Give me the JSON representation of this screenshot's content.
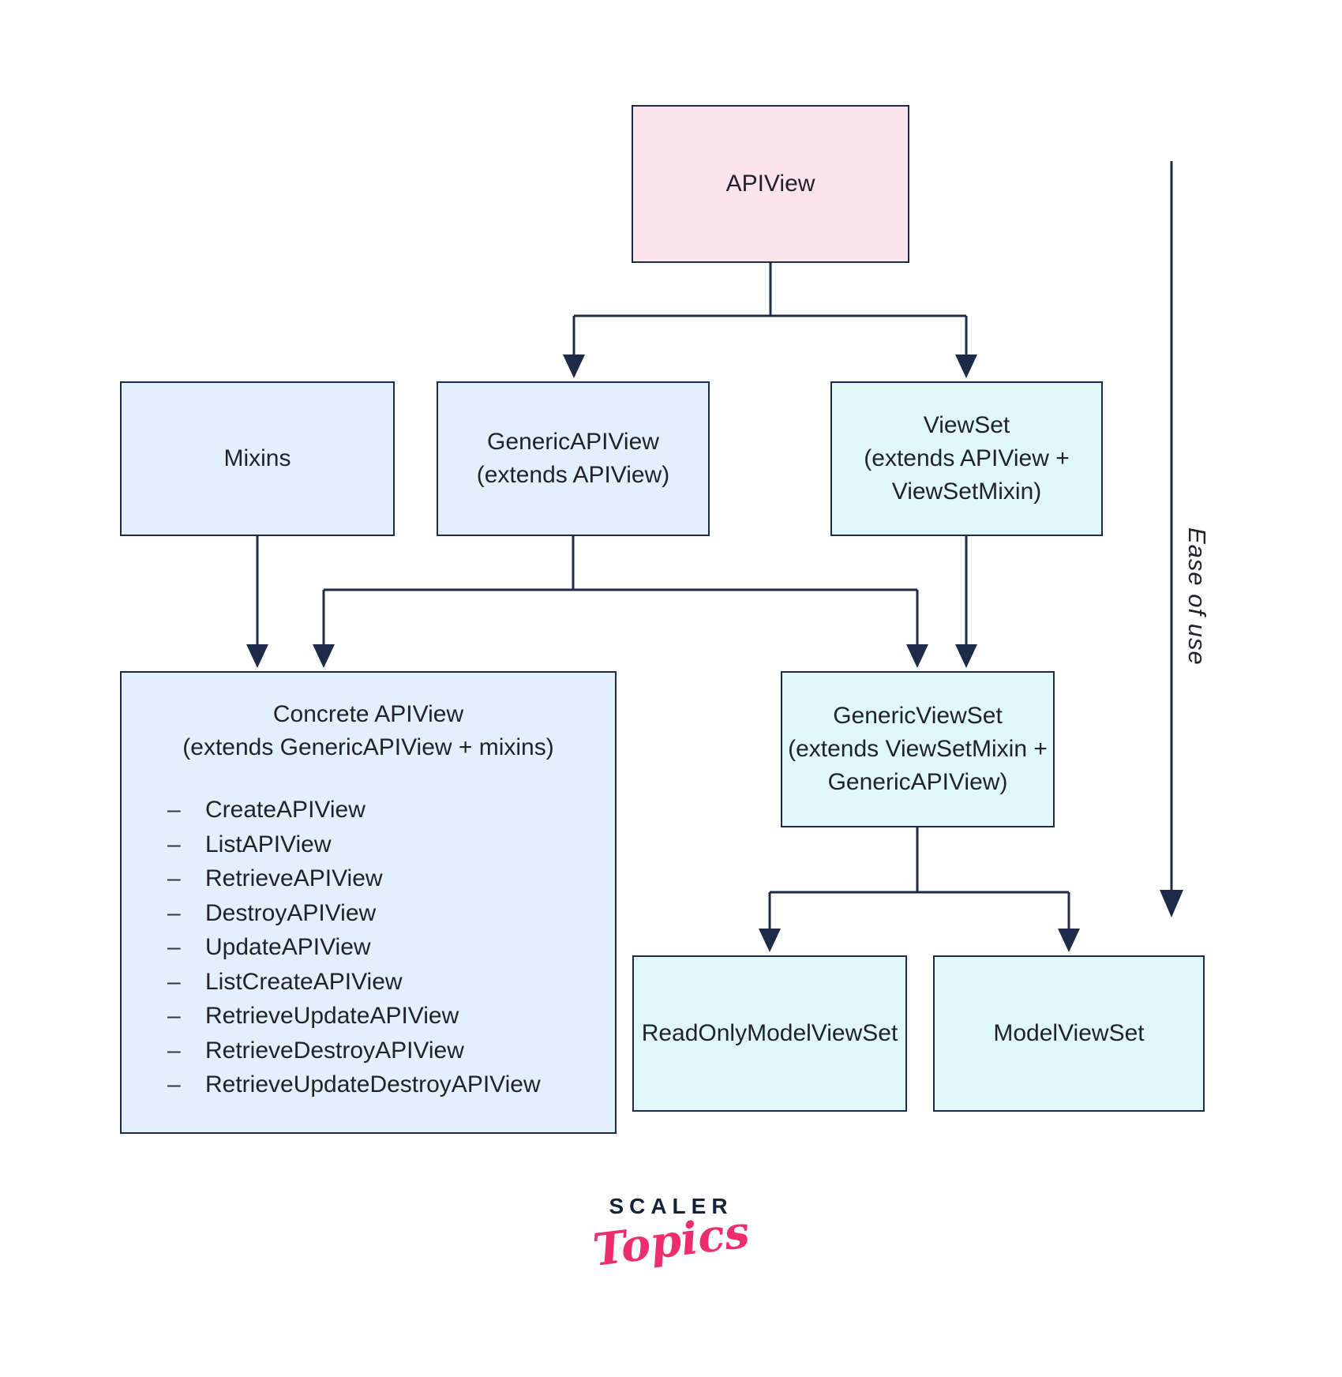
{
  "diagram": {
    "nodes": {
      "apiview": {
        "label": "APIView"
      },
      "mixins": {
        "label": "Mixins"
      },
      "generic_apiview": {
        "lines": [
          "GenericAPIView",
          "(extends APIView)"
        ]
      },
      "viewset": {
        "lines": [
          "ViewSet",
          "(extends APIView +",
          "ViewSetMixin)"
        ]
      },
      "concrete_apiview": {
        "title_lines": [
          "Concrete APIView",
          "(extends GenericAPIView + mixins)"
        ],
        "bullet": "–",
        "items": [
          "CreateAPIView",
          "ListAPIView",
          "RetrieveAPIView",
          "DestroyAPIView",
          "UpdateAPIView",
          "ListCreateAPIView",
          "RetrieveUpdateAPIView",
          "RetrieveDestroyAPIView",
          "RetrieveUpdateDestroyAPIView"
        ]
      },
      "generic_viewset": {
        "lines": [
          "GenericViewSet",
          "(extends ViewSetMixin +",
          "GenericAPIView)"
        ]
      },
      "readonly_modelviewset": {
        "label": "ReadOnlyModelViewSet"
      },
      "modelviewset": {
        "label": "ModelViewSet"
      }
    },
    "ease_axis_label": "Ease of use",
    "colors": {
      "node_pink": "#fce3ec",
      "node_blue": "#e3effb",
      "node_cyan": "#e0f8fb",
      "line_navy": "#1d2b49",
      "text_dark": "#1f2328",
      "brand_navy": "#152238",
      "brand_pink": "#ed2e6e"
    }
  },
  "footer": {
    "brand_name": "SCALER",
    "brand_product": "Topics"
  }
}
